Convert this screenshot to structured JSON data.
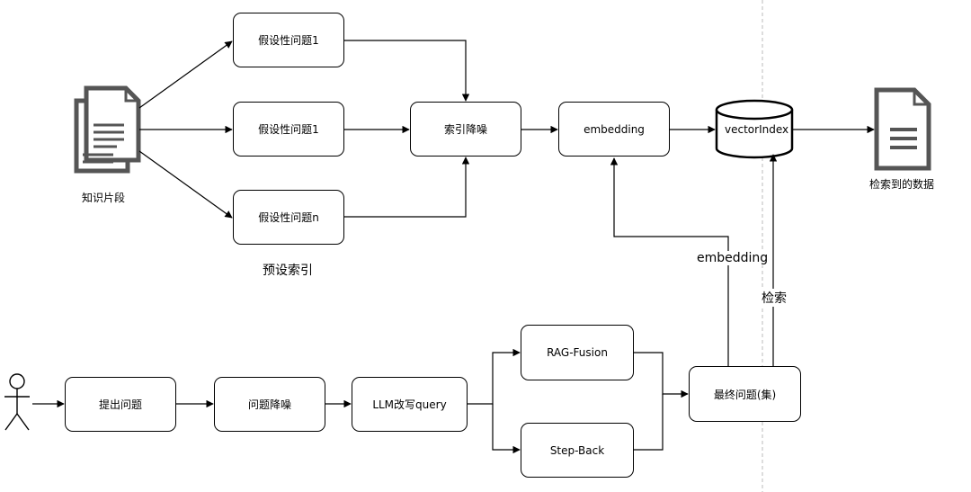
{
  "index_section": {
    "source_label": "知识片段",
    "hypo_q1": "假设性问题1",
    "hypo_q2": "假设性问题1",
    "hypo_q3": "假设性问题n",
    "section_label": "预设索引",
    "denoise": "索引降噪",
    "embedding": "embedding",
    "vector_index": "vectorIndex",
    "result_label": "检索到的数据"
  },
  "query_section": {
    "ask": "提出问题",
    "q_denoise": "问题降噪",
    "llm_rewrite": "LLM改写query",
    "rag_fusion": "RAG-Fusion",
    "step_back": "Step-Back",
    "final_q": "最终问题(集)"
  },
  "edge_labels": {
    "embedding": "embedding",
    "retrieve": "检索"
  }
}
